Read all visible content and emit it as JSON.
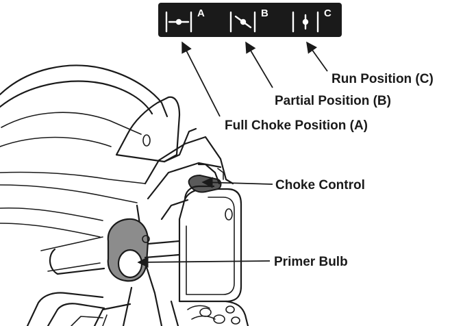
{
  "badge": {
    "letters": [
      "A",
      "B",
      "C"
    ],
    "background": "#1a1a1a",
    "icons": [
      "full-choke-icon",
      "partial-choke-icon",
      "run-position-icon"
    ]
  },
  "labels": {
    "run": "Run Position (C)",
    "partial": "Partial Position (B)",
    "full": "Full Choke Position (A)",
    "choke": "Choke Control",
    "primer": "Primer Bulb"
  },
  "colors": {
    "ink": "#1a1a1a",
    "primer_housing": "#8c8c8c",
    "background": "#ffffff"
  }
}
